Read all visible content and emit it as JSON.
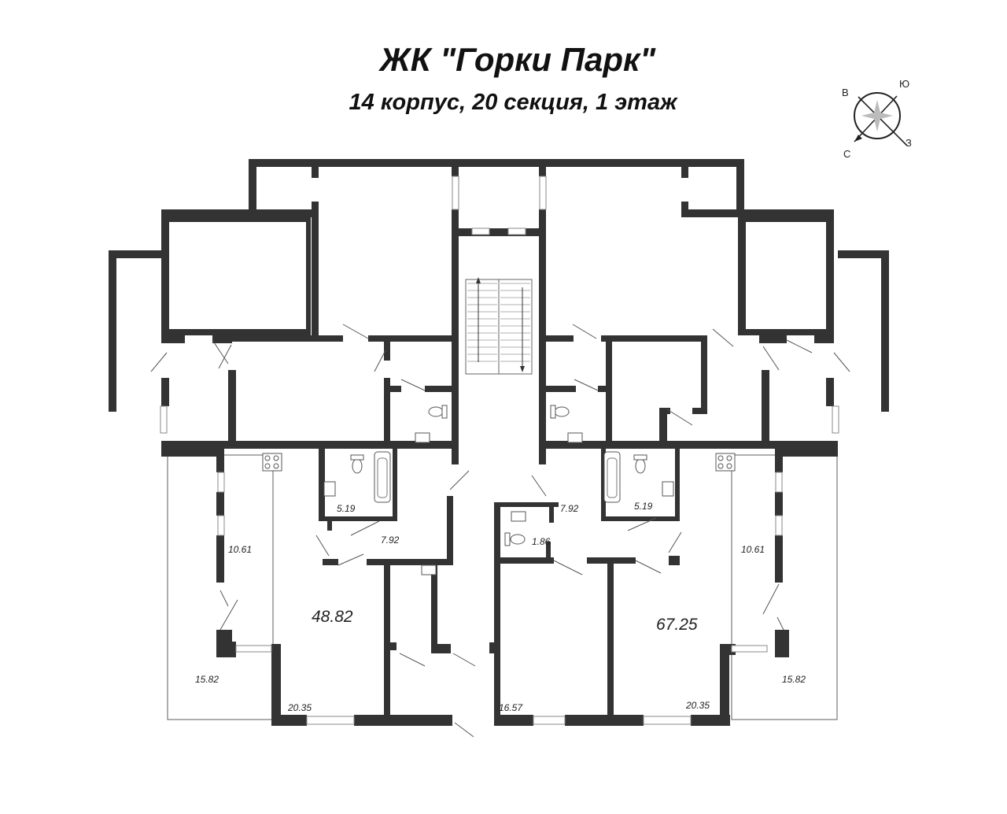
{
  "header": {
    "title": "ЖК \"Горки Парк\"",
    "subtitle": "14 корпус, 20 секция, 1 этаж"
  },
  "compass": {
    "north": "С",
    "south": "Ю",
    "east": "В",
    "west": "З"
  },
  "areas": {
    "left_apartment_total": "48.82",
    "right_apartment_total": "67.25",
    "left_kitchen": "10.61",
    "right_kitchen": "10.61",
    "left_bath": "5.19",
    "right_bath": "5.19",
    "left_hall": "7.92",
    "right_hall": "7.92",
    "wc": "1.86",
    "left_balcony": "15.82",
    "right_balcony": "15.82",
    "left_room": "20.35",
    "right_room": "20.35",
    "center_room": "16.57"
  },
  "colors": {
    "wall": "#333333",
    "background": "#ffffff"
  }
}
